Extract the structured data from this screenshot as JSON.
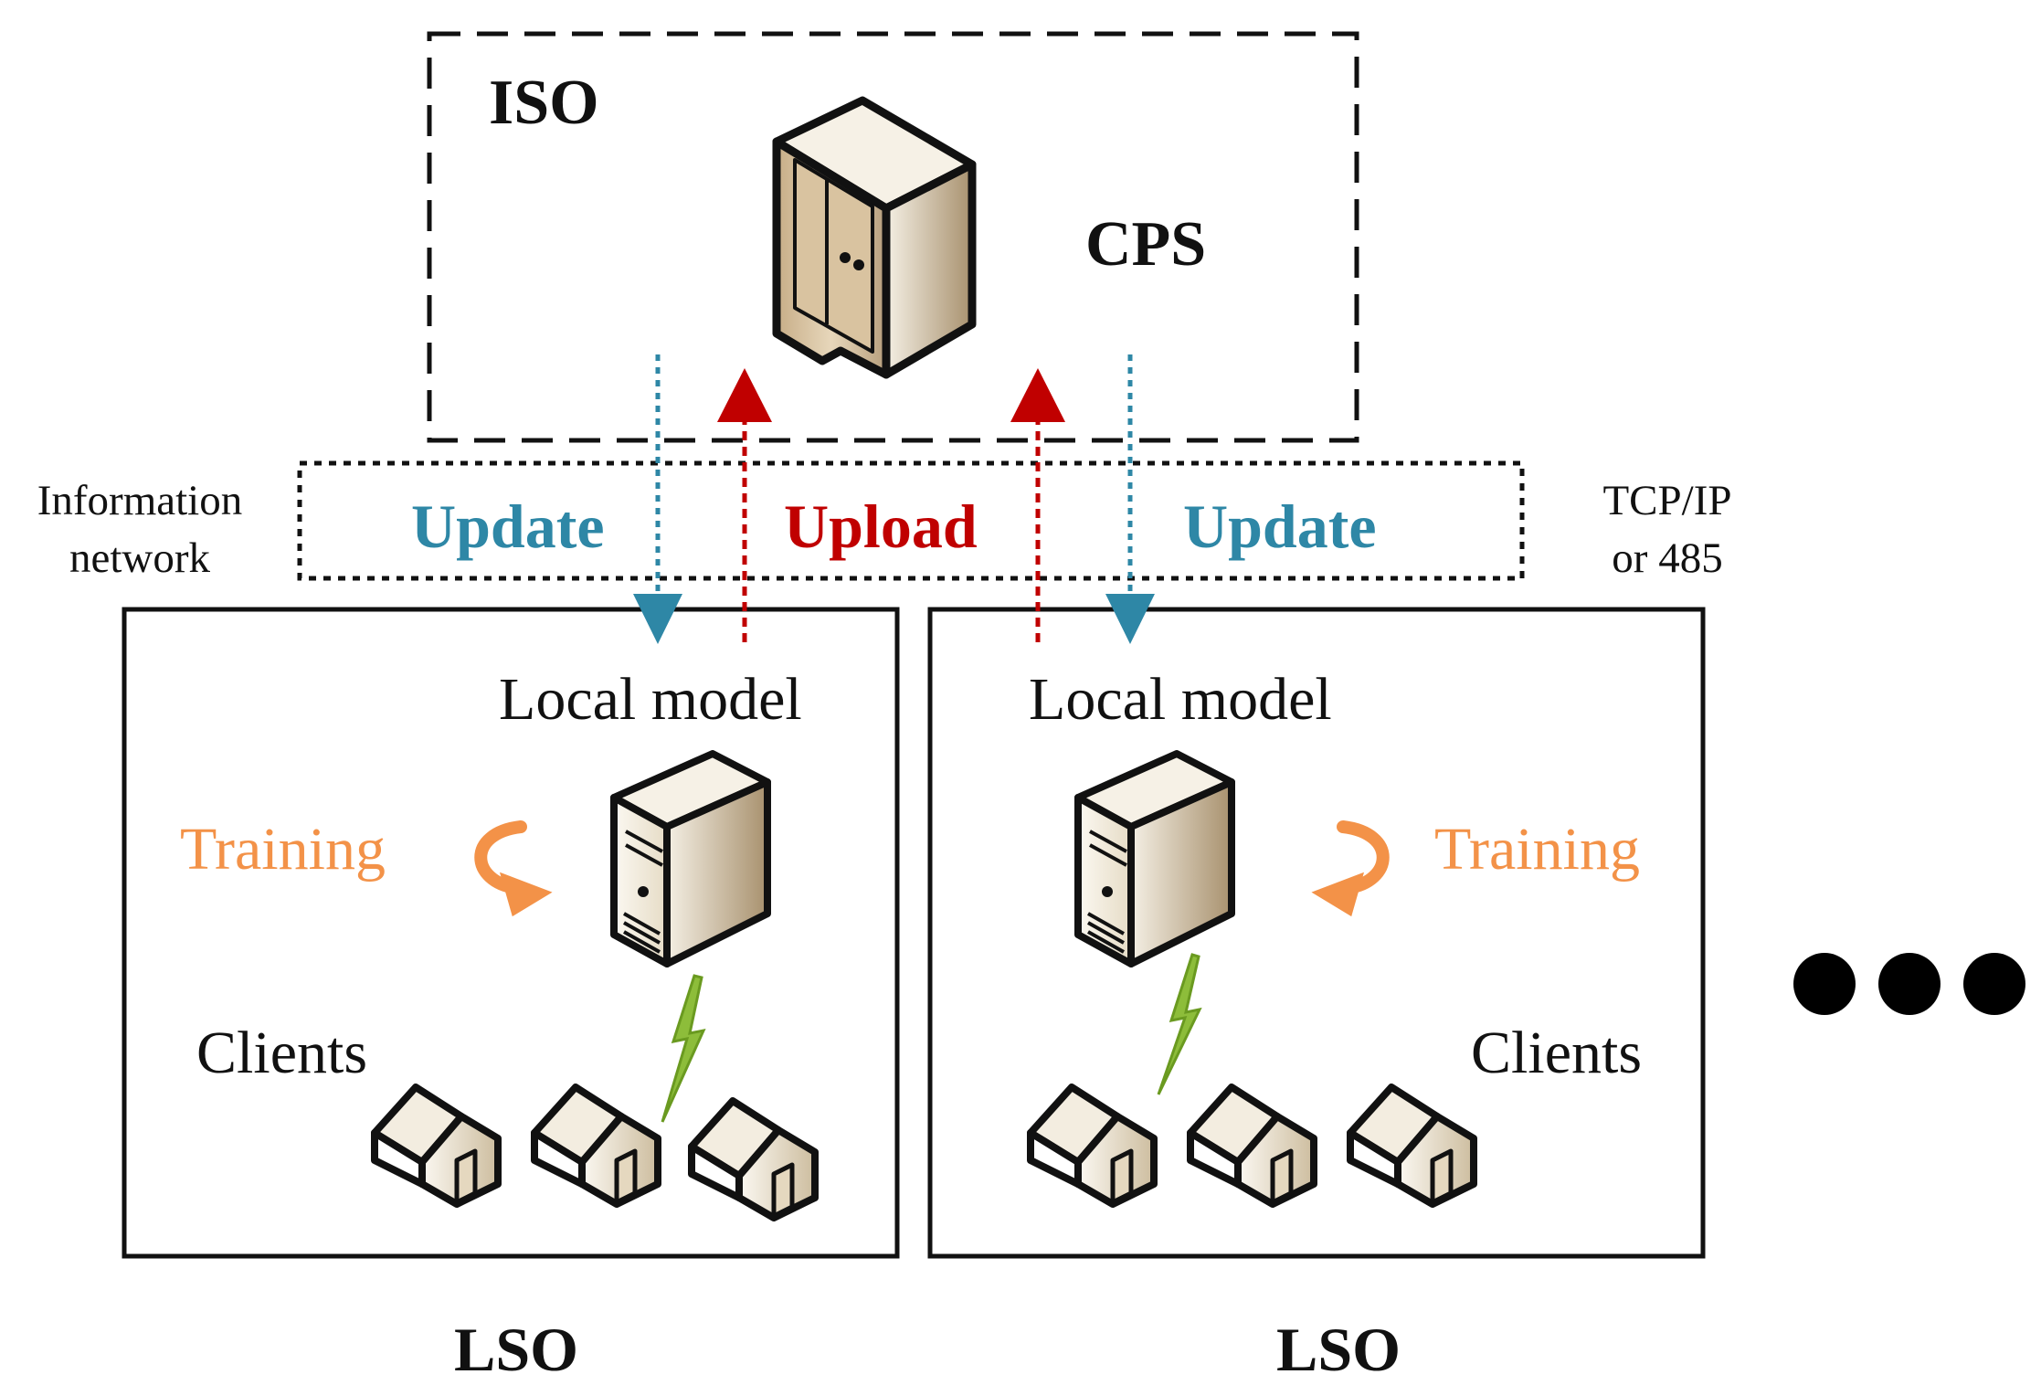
{
  "iso": {
    "label": "ISO",
    "server_label": "CPS"
  },
  "network": {
    "left_label_line1": "Information",
    "left_label_line2": "network",
    "right_label_line1": "TCP/IP",
    "right_label_line2": "or 485",
    "update_left": "Update",
    "upload": "Upload",
    "update_right": "Update"
  },
  "lso_left": {
    "model_label": "Local model",
    "training_label": "Training",
    "clients_label": "Clients",
    "caption": "LSO"
  },
  "lso_right": {
    "model_label": "Local model",
    "training_label": "Training",
    "clients_label": "Clients",
    "caption": "LSO"
  },
  "colors": {
    "update": "#2e87a6",
    "upload": "#c00000",
    "training": "#f39248",
    "lightning": "#8dbd3a",
    "server_body": "#ede3cd",
    "server_shade": "#b8a07e",
    "outline": "#111111"
  },
  "icons": {
    "central_server": "cabinet-server-icon",
    "local_server": "tower-server-icon",
    "client": "house-icon",
    "link": "lightning-icon",
    "training": "circular-arrow-icon",
    "more": "ellipsis-dots-icon"
  }
}
